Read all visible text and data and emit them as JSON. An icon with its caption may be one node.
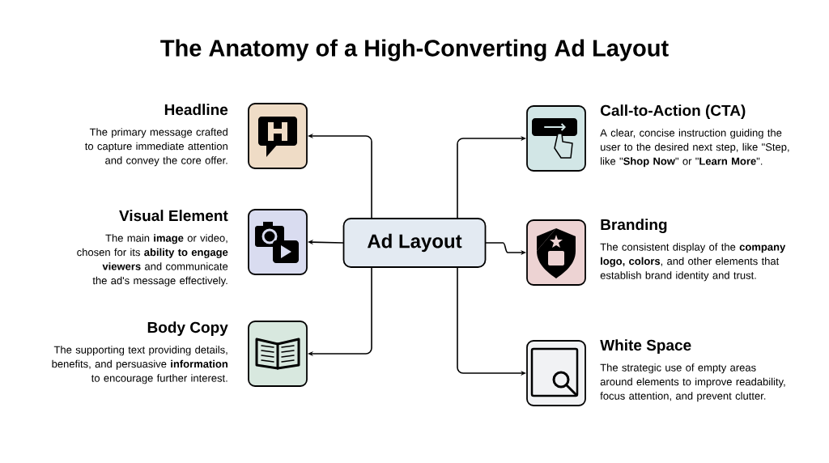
{
  "diagram": {
    "title": "The Anatomy of a High-Converting Ad Layout",
    "nodes": [
      {
        "text": [
          "Ad Layout"
        ]
      },
      {
        "text": [],
        "shape": "box",
        "beside": [
          "Headline",
          "The primary message crafted to capture immediate attention and convey the core offer."
        ]
      },
      {
        "text": [],
        "shape": "box",
        "beside": [
          "Visual Element",
          "The main **image** or video, chosen for its **ability to engage viewers** and communicate the ad's message effectively."
        ]
      },
      {
        "text": [],
        "shape": "box",
        "beside": [
          "Body Copy",
          "The supporting text providing details, benefits, and persuasive **information** to encourage further interest."
        ]
      },
      {
        "text": [],
        "shape": "box",
        "beside": [
          "Call-to-Action (CTA)",
          "A clear, concise instruction guiding the user to the desired next step, like \"Step, like \"**Shop Now**\" or \"**Learn More**\"."
        ]
      },
      {
        "text": [],
        "shape": "box",
        "beside": [
          "Branding",
          "The consistent display of the **company logo, colors**, and other elements that establish brand identity and trust."
        ]
      },
      {
        "text": [],
        "shape": "box",
        "beside": [
          "White Space",
          "The strategic use of empty areas around elements to improve readability, focus attention, and prevent clutter."
        ]
      }
    ],
    "edges": [
      {
        "from": 0,
        "to": 1,
        "arrow": "to"
      },
      {
        "from": 0,
        "to": 2,
        "arrow": "to"
      },
      {
        "from": 0,
        "to": 3,
        "arrow": "to"
      },
      {
        "from": 0,
        "to": 4,
        "arrow": "to"
      },
      {
        "from": 0,
        "to": 5,
        "arrow": "to"
      },
      {
        "from": 0,
        "to": 6,
        "arrow": "to"
      }
    ]
  }
}
